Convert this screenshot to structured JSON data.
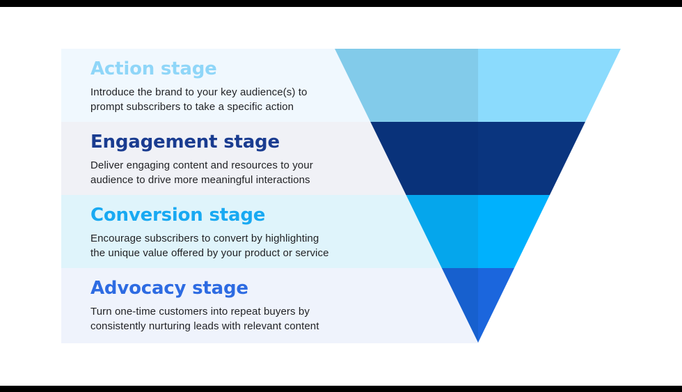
{
  "page": {
    "background_color": "#ffffff",
    "top_bar_color": "#000000",
    "bottom_bar_color": "#000000"
  },
  "funnel": {
    "shape": "inverted-triangle",
    "split_note": "each band has a darker left half and lighter right half"
  },
  "stages": [
    {
      "title": "Action stage",
      "title_color": "#8FD6F8",
      "description_line1": "Introduce the brand to your key audience(s) to",
      "description_line2": "prompt subscribers to take a specific action",
      "row_bg": "#F0F8FE",
      "funnel_left_color": "#82CBEA",
      "funnel_right_color": "#8BDBFD"
    },
    {
      "title": "Engagement stage",
      "title_color": "#1A3C90",
      "description_line1": "Deliver engaging content and resources to your",
      "description_line2": "audience to drive more meaningful interactions",
      "row_bg": "#F0F1F6",
      "funnel_left_color": "#09327A",
      "funnel_right_color": "#0A357F"
    },
    {
      "title": "Conversion stage",
      "title_color": "#18A9F2",
      "description_line1": "Encourage subscribers to convert by highlighting",
      "description_line2": "the unique value offered by your product or service",
      "row_bg": "#DFF4FB",
      "funnel_left_color": "#05A6EC",
      "funnel_right_color": "#00B1FD"
    },
    {
      "title": "Advocacy stage",
      "title_color": "#2D6BE2",
      "description_line1": "Turn one-time customers into repeat buyers by",
      "description_line2": "consistently nurturing leads with relevant content",
      "row_bg": "#EFF3FC",
      "funnel_left_color": "#1760CE",
      "funnel_right_color": "#1B66DD"
    }
  ]
}
